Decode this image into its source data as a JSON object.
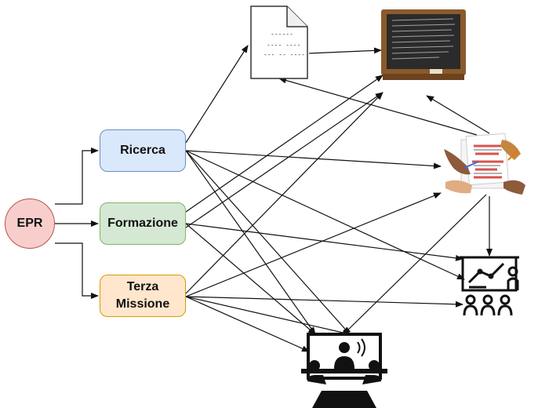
{
  "nodes": {
    "epr": {
      "label": "EPR",
      "fill": "#f8cecc",
      "stroke": "#b85450"
    },
    "ricerca": {
      "label": "Ricerca",
      "fill": "#dae8fc",
      "stroke": "#6c8ebf"
    },
    "formazione": {
      "label": "Formazione",
      "fill": "#d5e8d4",
      "stroke": "#82b366"
    },
    "terza_missione": {
      "label": "Terza\nMissione",
      "fill": "#ffe6cc",
      "stroke": "#d79b00"
    }
  },
  "document": {
    "lines": [
      "------",
      "---- ----",
      "--- -- ----"
    ]
  },
  "icons": {
    "document": "document-icon",
    "blackboard": "blackboard-icon",
    "collaboration": "hands-working-on-papers-icon",
    "presentation": "audience-presentation-icon",
    "conference": "speaker-conference-table-icon"
  },
  "colors": {
    "arrow": "#111111",
    "blackboard": "#2b2b2b",
    "chalk_frame": "#8b5a2b"
  }
}
